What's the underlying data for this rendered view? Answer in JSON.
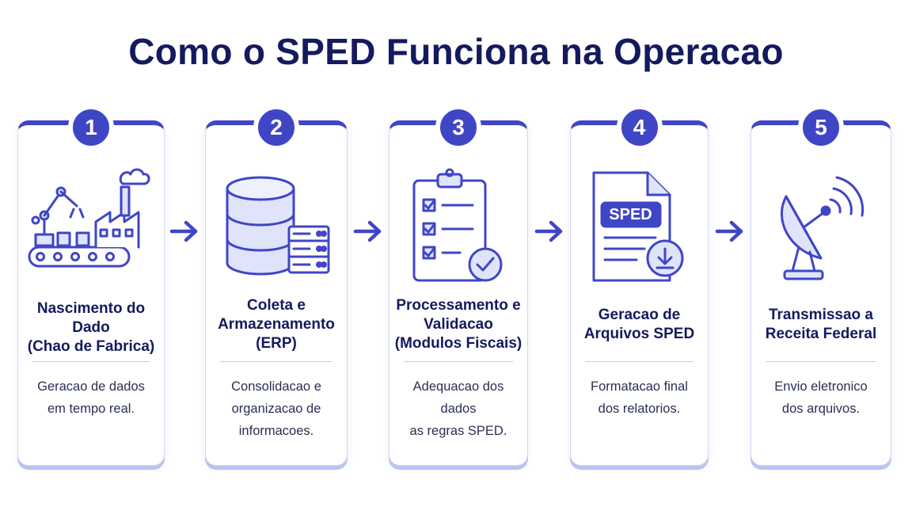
{
  "title": "Como o SPED Funciona na Operacao",
  "steps": [
    {
      "number": "1",
      "heading_lines": [
        "Nascimento do Dado",
        "(Chao de Fabrica)"
      ],
      "desc_lines": [
        "Geracao de dados",
        "em tempo real."
      ],
      "icon": "factory-icon"
    },
    {
      "number": "2",
      "heading_lines": [
        "Coleta e",
        "Armazenamento",
        "(ERP)"
      ],
      "desc_lines": [
        "Consolidacao e",
        "organizacao de",
        "informacoes."
      ],
      "icon": "database-server-icon"
    },
    {
      "number": "3",
      "heading_lines": [
        "Processamento e",
        "Validacao",
        "(Modulos Fiscais)"
      ],
      "desc_lines": [
        "Adequacao dos dados",
        "as regras SPED."
      ],
      "icon": "checklist-icon"
    },
    {
      "number": "4",
      "heading_lines": [
        "Geracao de",
        "Arquivos SPED"
      ],
      "desc_lines": [
        "Formatacao final",
        "dos relatorios."
      ],
      "icon": "sped-file-icon",
      "icon_label": "SPED"
    },
    {
      "number": "5",
      "heading_lines": [
        "Transmissao a",
        "Receita Federal"
      ],
      "desc_lines": [
        "Envio eletronico",
        "dos arquivos."
      ],
      "icon": "satellite-dish-icon"
    }
  ],
  "colors": {
    "accent": "#3f46c6",
    "title": "#141a5e",
    "icon_fill": "#dfe4fb",
    "card_border": "#d3d8f2"
  }
}
